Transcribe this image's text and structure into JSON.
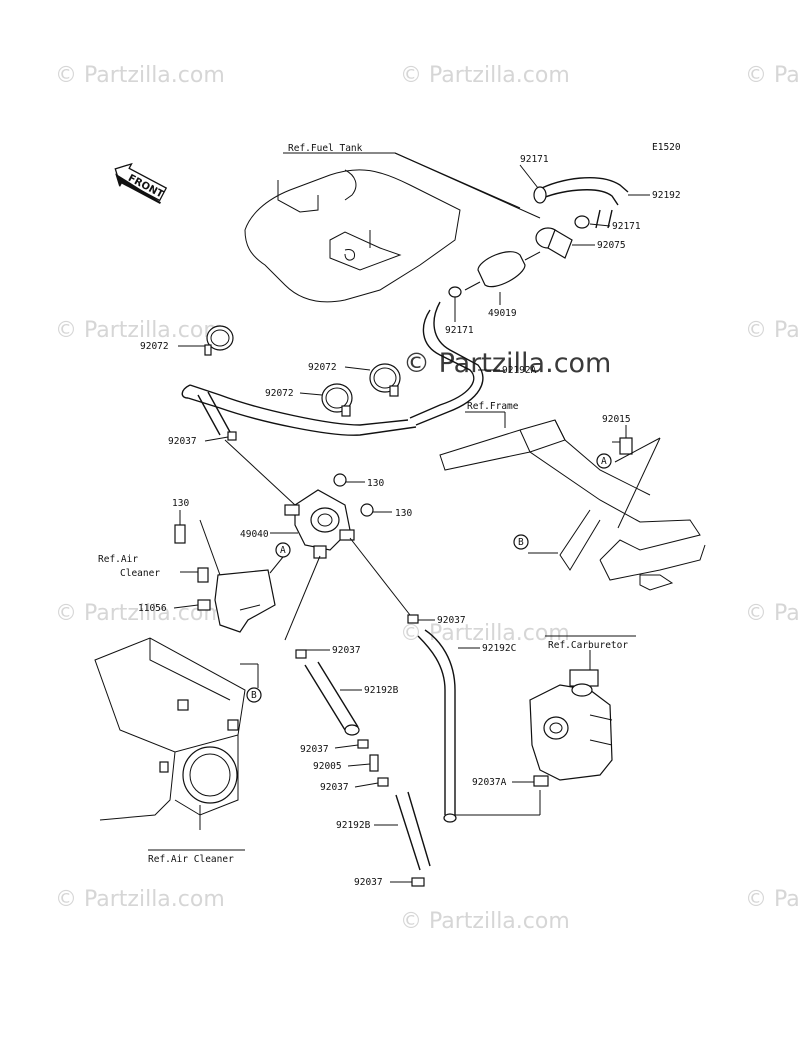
{
  "diagram": {
    "code": "E1520",
    "front_label": "FRONT",
    "refs": {
      "fuel_tank": "Ref.Fuel Tank",
      "frame": "Ref.Frame",
      "carburetor": "Ref.Carburetor",
      "air_cleaner_top": "Ref.Air",
      "air_cleaner_top2": "Cleaner",
      "air_cleaner_bottom": "Ref.Air Cleaner"
    },
    "callouts": {
      "a1": "A",
      "a2": "A",
      "b1": "B",
      "b2": "B"
    },
    "parts": {
      "p92171_top": "92171",
      "p92192": "92192",
      "p92171_mid": "92171",
      "p92075": "92075",
      "p49019": "49019",
      "p92171_low": "92171",
      "p92072_a": "92072",
      "p92072_b": "92072",
      "p92072_c": "92072",
      "p92192A": "92192A",
      "p92037_a": "92037",
      "p92015": "92015",
      "p130_a": "130",
      "p130_b": "130",
      "p130_c": "130",
      "p49040": "49040",
      "p11056": "11056",
      "p92037_b": "92037",
      "p92037_c": "92037",
      "p92192C": "92192C",
      "p92192B": "92192B",
      "p92037_d": "92037",
      "p92005": "92005",
      "p92037_e": "92037",
      "p92037A": "92037A",
      "p92192B_2": "92192B",
      "p92037_f": "92037"
    }
  },
  "watermark": {
    "small": "© Partzilla.com",
    "big": "© Partzilla.com"
  }
}
